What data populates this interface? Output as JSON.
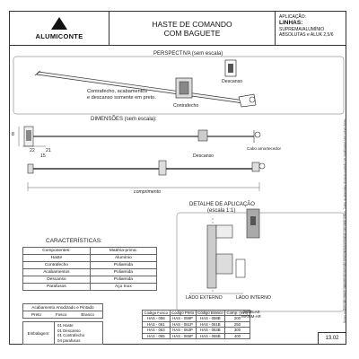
{
  "header": {
    "brand": "ALUMICONTE",
    "title_line1": "HASTE DE COMANDO",
    "title_line2": "COM BAGUETE",
    "application_label": "APLICAÇÃO:",
    "lines_label": "LINHAS:",
    "lines_value1": "SUPREMA/ALUMÍNIO",
    "lines_value2": "ABSOLUTAS e ALUK 2,5/6"
  },
  "sections": {
    "perspective": "PERSPECTIVA (sem escala)",
    "dimensions": "DIMENSÕES (sem escala):",
    "detail_line1": "DETALHE DE APLICAÇÃO",
    "detail_line2": "(escala 1:1)",
    "characteristics": "CARACTERÍSTICAS:"
  },
  "perspective": {
    "descanso": "Descanso",
    "contrafecho": "Contrafecho",
    "note_line1": "Contrafecho, acabamentos",
    "note_line2": "e descanso somente em preto."
  },
  "dimensions": {
    "cabo_label": "Cabo amortecedor",
    "descanso_label": "Descanso",
    "comprimento_label": "comprimento",
    "dim_22": "22",
    "dim_21": "21",
    "dim_15": "15",
    "dim_8": "8"
  },
  "detail": {
    "lado_externo": "LADO EXTERNO",
    "lado_interno": "LADO INTERNO"
  },
  "characteristics": {
    "headers": [
      "Componentes:",
      "Matéria-prima:"
    ],
    "rows": [
      [
        "Haste",
        "Alumínio"
      ],
      [
        "Contrafecho",
        "Poliamida"
      ],
      [
        "Acabamentos",
        "Poliamida"
      ],
      [
        "Descanso",
        "Poliamida"
      ],
      [
        "Parafusos",
        "Aço Inox"
      ]
    ]
  },
  "finish": {
    "title": "Acabamento Anodizado e Pintado",
    "options": [
      "Preto",
      "Fosco",
      "Branco"
    ]
  },
  "packaging": {
    "label": "Embalagem:",
    "items": [
      "01 Haste",
      "01 Descanso",
      "01 Contrafecho",
      "04 parafusos"
    ]
  },
  "codes": {
    "headers": [
      "Código Fosco",
      "Código Preto",
      "Código Branco",
      "Comp. (mm)"
    ],
    "rows": [
      [
        "HAS - 058",
        "HAS - 058P",
        "HAS - 058B",
        "200"
      ],
      [
        "HAS - 061",
        "HAS - 061P",
        "HAS - 061B",
        "250"
      ],
      [
        "HAS - 063",
        "HAS - 063P",
        "HAS - 063B",
        "300"
      ],
      [
        "HAS - 065",
        "HAS - 065P",
        "HAS - 065B",
        "400"
      ]
    ]
  },
  "line_info": {
    "line1": "JANELAS",
    "line2": "MAXIM-AR"
  },
  "page": "13.02",
  "sidebar_note": "Nosso produto não requer manutenção que não seja limpeza periódica com pano úmido. Todos os desenhos técnicos poderão ser modificados sem prévio aviso."
}
